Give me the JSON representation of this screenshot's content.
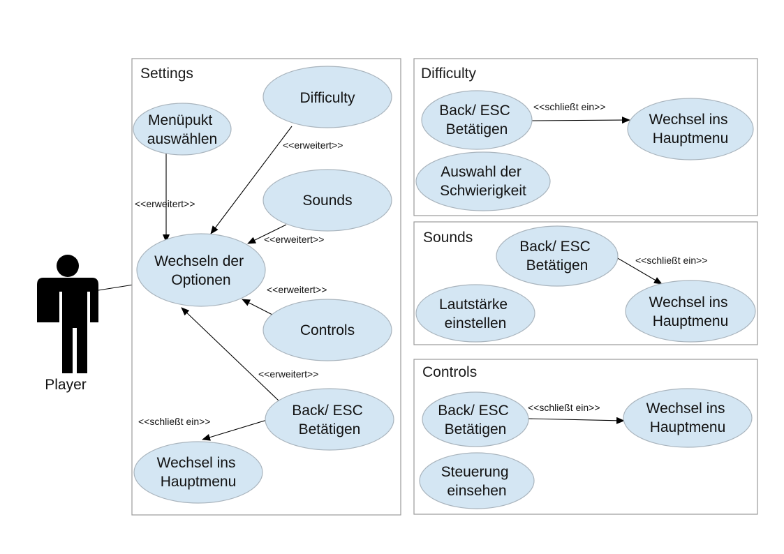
{
  "actor": {
    "label": "Player"
  },
  "boxes": {
    "settings": {
      "title": "Settings"
    },
    "difficulty": {
      "title": "Difficulty"
    },
    "sounds": {
      "title": "Sounds"
    },
    "controls": {
      "title": "Controls"
    }
  },
  "settings": {
    "menupunkt": [
      "Menüpukt",
      "auswählen"
    ],
    "difficulty": [
      "Difficulty"
    ],
    "sounds": [
      "Sounds"
    ],
    "wechseln": [
      "Wechseln der",
      "Optionen"
    ],
    "controls": [
      "Controls"
    ],
    "back": [
      "Back/ ESC",
      "Betätigen"
    ],
    "hauptmenu": [
      "Wechsel ins",
      "Hauptmenu"
    ],
    "rel_menupunkt": "<<erweitert>>",
    "rel_difficulty": "<<erweitert>>",
    "rel_sounds": "<<erweitert>>",
    "rel_controls": "<<erweitert>>",
    "rel_back": "<<erweitert>>",
    "rel_include": "<<schließt ein>>"
  },
  "difficulty_panel": {
    "back": [
      "Back/ ESC",
      "Betätigen"
    ],
    "hauptmenu": [
      "Wechsel ins",
      "Hauptmenu"
    ],
    "auswahl": [
      "Auswahl der",
      "Schwierigkeit"
    ],
    "rel_include": "<<schließt ein>>"
  },
  "sounds_panel": {
    "back": [
      "Back/ ESC",
      "Betätigen"
    ],
    "hauptmenu": [
      "Wechsel ins",
      "Hauptmenu"
    ],
    "lautstaerke": [
      "Lautstärke",
      "einstellen"
    ],
    "rel_include": "<<schließt ein>>"
  },
  "controls_panel": {
    "back": [
      "Back/ ESC",
      "Betätigen"
    ],
    "hauptmenu": [
      "Wechsel ins",
      "Hauptmenu"
    ],
    "steuerung": [
      "Steuerung",
      "einsehen"
    ],
    "rel_include": "<<schließt ein>>"
  }
}
